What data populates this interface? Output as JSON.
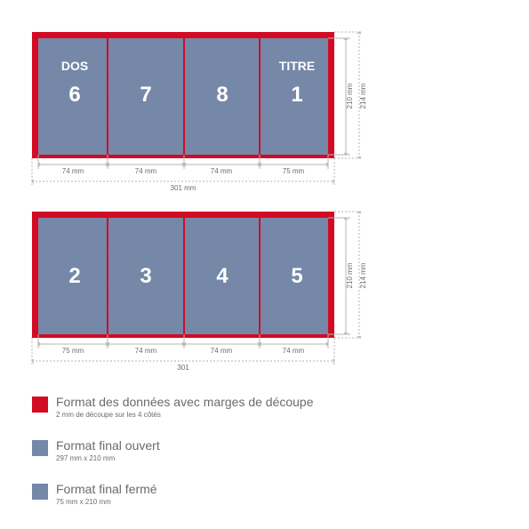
{
  "colors": {
    "bleed": "#d30a24",
    "panel": "#7588a8",
    "fold": "#c8102e",
    "dimension": "#b5b5b5",
    "dimension_text": "#6b6b6b",
    "panel_text": "#ffffff"
  },
  "outside": {
    "panels": [
      {
        "top_label": "DOS",
        "number": "6"
      },
      {
        "top_label": "",
        "number": "7"
      },
      {
        "top_label": "",
        "number": "8"
      },
      {
        "top_label": "TITRE",
        "number": "1"
      }
    ],
    "widths": [
      "74 mm",
      "74 mm",
      "74 mm",
      "75 mm"
    ],
    "total_width": "301 mm",
    "height_inner": "210 mm",
    "height_outer": "214 mm"
  },
  "inside": {
    "panels": [
      {
        "top_label": "",
        "number": "2"
      },
      {
        "top_label": "",
        "number": "3"
      },
      {
        "top_label": "",
        "number": "4"
      },
      {
        "top_label": "",
        "number": "5"
      }
    ],
    "widths": [
      "75 mm",
      "74 mm",
      "74 mm",
      "74 mm"
    ],
    "total_width": "301",
    "height_inner": "210 mm",
    "height_outer": "214 mm"
  },
  "legend": [
    {
      "title": "Format des données avec marges de découpe",
      "subtitle": "2 mm de découpe sur les 4 côtés",
      "swatch": "bleed"
    },
    {
      "title": "Format final ouvert",
      "subtitle": "297 mm x 210 mm",
      "swatch": "panel"
    },
    {
      "title": "Format final fermé",
      "subtitle": "75 mm x 210 mm",
      "swatch": "panel"
    }
  ]
}
